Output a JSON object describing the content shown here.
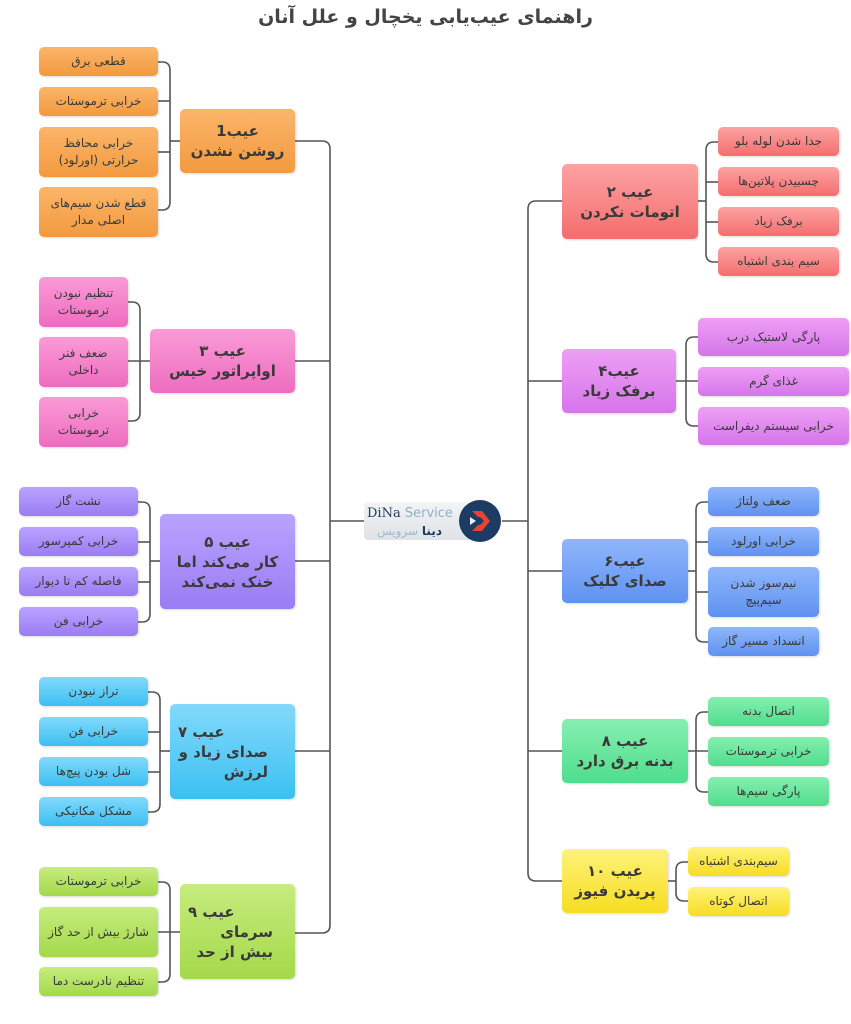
{
  "title": "راهنمای عیب‌یابی یخچال و علل آنان",
  "logo": {
    "en_primary": "DiNa",
    "en_secondary": " Service",
    "fa_primary": "دینا",
    "fa_secondary": " سرویس"
  },
  "center": {
    "label": "DiNa Service دینا سرویس"
  },
  "faults": {
    "f1": {
      "title": "عیب1",
      "name": "روشن نشدن",
      "color": "#f5a04c",
      "causes": [
        "قطعی برق",
        "خرابی ترموستات",
        "خرابی محافظ حرارتی (اورلود)",
        "قطع شدن سیم‌های اصلی مدار"
      ]
    },
    "f2": {
      "title": "عیب ۲",
      "name": "اتومات نکردن",
      "color": "#f78080",
      "causes": [
        "جدا شدن لوله بلو",
        "چسبیدن پلاتین‌ها",
        "برفک زیاد",
        "سیم بندی اشتباه"
      ]
    },
    "f3": {
      "title": "عیب ۳",
      "name": "اواپراتور خیس",
      "color": "#f280c8",
      "causes": [
        "تنظیم نبودن ترموستات",
        "ضعف فنر داخلی",
        "خرابی ترموستات"
      ]
    },
    "f4": {
      "title": "عیب۴",
      "name": "برفک زیاد",
      "color": "#dc85ee",
      "causes": [
        "پارگی لاستیک درب",
        "غذای گرم",
        "خرابی سیستم دیفراست"
      ]
    },
    "f5": {
      "title": "عیب ۵",
      "name": "کار می‌کند اما خنک نمی‌کند",
      "color": "#a58cf7",
      "causes": [
        "نشت گاز",
        "خرابی کمپرسور",
        "فاصله کم تا دیوار",
        "خرابی فن"
      ]
    },
    "f6": {
      "title": "عیب۶",
      "name": "صدای کلیک",
      "color": "#6f9ef2",
      "causes": [
        "ضعف ولتاژ",
        "خرابی اورلود",
        "نیم‌سوز شدن سیم‌پیچ",
        "انسداد مسیر گاز"
      ]
    },
    "f7": {
      "title": "عیب ۷",
      "name": "صدای زیاد و لرزش",
      "color": "#52c8f5",
      "causes": [
        "تراز نبودن",
        "خرابی فن",
        "شل بودن پیچ‌ها",
        "مشکل مکانیکی"
      ]
    },
    "f8": {
      "title": "عیب ۸",
      "name": "بدنه برق دارد",
      "color": "#62e39b",
      "causes": [
        "اتصال بدنه",
        "خرابی ترموستات",
        "پارگی سیم‌ها"
      ]
    },
    "f9": {
      "title": "عیب ۹",
      "name": "سرمای بیش از حد",
      "color": "#b0e05c",
      "causes": [
        "خرابی ترموستات",
        "شارژ بیش از حد گاز",
        "تنظیم نادرست دما"
      ]
    },
    "f10": {
      "title": "عیب ۱۰",
      "name": "پریدن فیوز",
      "color": "#f9e43c",
      "causes": [
        "سیم‌بندی اشتباه",
        "اتصال کوتاه"
      ]
    }
  }
}
